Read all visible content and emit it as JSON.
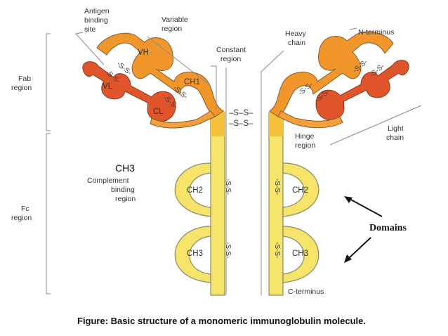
{
  "labels": {
    "antigen_binding_site": [
      "Antigen",
      "binding",
      "site"
    ],
    "variable_region": [
      "Variable",
      "region"
    ],
    "constant_region": [
      "Constant",
      "region"
    ],
    "heavy_chain": [
      "Heavy",
      "chain"
    ],
    "n_terminus": "N-terminus",
    "fab_region": [
      "Fab",
      "region"
    ],
    "fc_region": [
      "Fc",
      "region"
    ],
    "hinge_region": [
      "Hinge",
      "region"
    ],
    "light_chain": [
      "Light",
      "chain"
    ],
    "ch3_top": "CH3",
    "complement_binding_region": [
      "Complement",
      "binding",
      "region"
    ],
    "domains": "Domains",
    "c_terminus": "C-terminus"
  },
  "domain_labels": {
    "vh": "VH",
    "vl": "VL",
    "ch1": "CH1",
    "cl": "CL",
    "ch2": "CH2",
    "ch3": "CH3"
  },
  "disulfide": "-S-S-",
  "hinge_disulfides": [
    "–S–S–",
    "–S–S–"
  ],
  "caption": "Figure: Basic structure of a monomeric immunoglobulin molecule.",
  "colors": {
    "heavy_variable": "#f0962a",
    "light_variable": "#e0552b",
    "constant_light": "#f4a03a",
    "fc_yellow": "#f5e36a",
    "hinge_orange": "#f6c23c",
    "outline": "#7a7a7a"
  }
}
